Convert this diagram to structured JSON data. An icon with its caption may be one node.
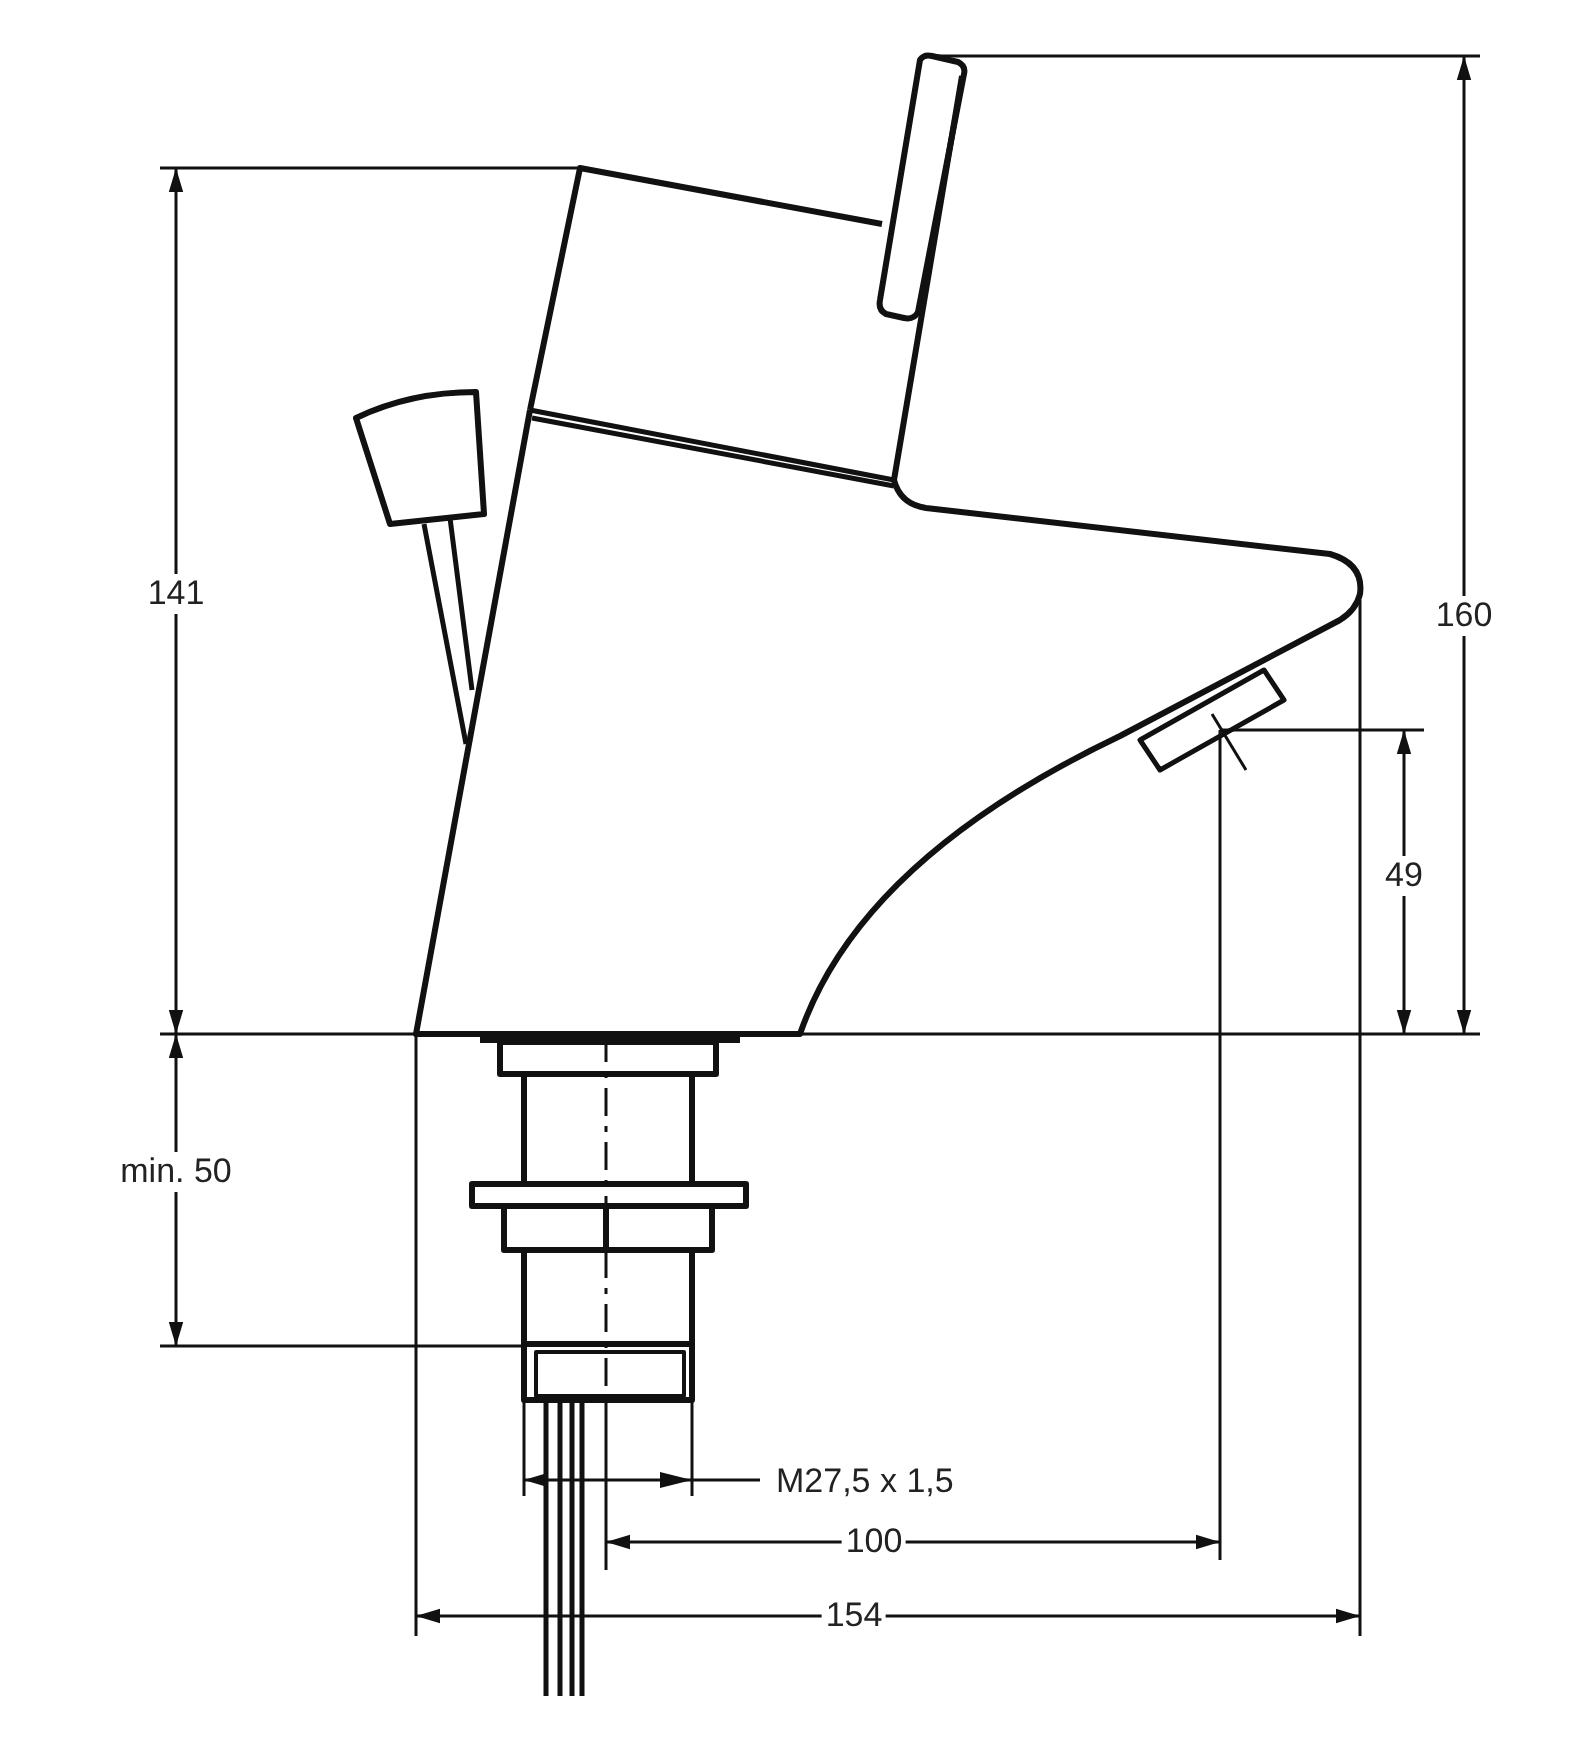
{
  "diagram": {
    "labels": [
      "141",
      "160",
      "49",
      "min. 50",
      "M27,5 x 1,5",
      "100",
      "154"
    ]
  }
}
